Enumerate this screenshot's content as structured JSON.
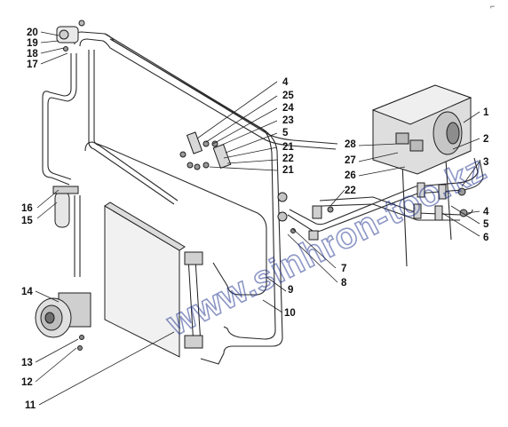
{
  "corner_mark": "⌐",
  "watermark": "www.sinhron-too.kz",
  "callouts": [
    {
      "id": "1",
      "text": "1"
    },
    {
      "id": "2",
      "text": "2"
    },
    {
      "id": "3",
      "text": "3"
    },
    {
      "id": "4a",
      "text": "4"
    },
    {
      "id": "4b",
      "text": "4"
    },
    {
      "id": "5a",
      "text": "5"
    },
    {
      "id": "5b",
      "text": "5"
    },
    {
      "id": "6",
      "text": "6"
    },
    {
      "id": "7",
      "text": "7"
    },
    {
      "id": "8",
      "text": "8"
    },
    {
      "id": "9",
      "text": "9"
    },
    {
      "id": "10",
      "text": "10"
    },
    {
      "id": "11",
      "text": "11"
    },
    {
      "id": "12",
      "text": "12"
    },
    {
      "id": "13",
      "text": "13"
    },
    {
      "id": "14",
      "text": "14"
    },
    {
      "id": "15",
      "text": "15"
    },
    {
      "id": "16",
      "text": "16"
    },
    {
      "id": "17",
      "text": "17"
    },
    {
      "id": "18",
      "text": "18"
    },
    {
      "id": "19",
      "text": "19"
    },
    {
      "id": "20",
      "text": "20"
    },
    {
      "id": "21a",
      "text": "21"
    },
    {
      "id": "21b",
      "text": "21"
    },
    {
      "id": "22a",
      "text": "22"
    },
    {
      "id": "22b",
      "text": "22"
    },
    {
      "id": "23",
      "text": "23"
    },
    {
      "id": "24",
      "text": "24"
    },
    {
      "id": "25",
      "text": "25"
    },
    {
      "id": "26",
      "text": "26"
    },
    {
      "id": "27",
      "text": "27"
    },
    {
      "id": "28",
      "text": "28"
    }
  ]
}
